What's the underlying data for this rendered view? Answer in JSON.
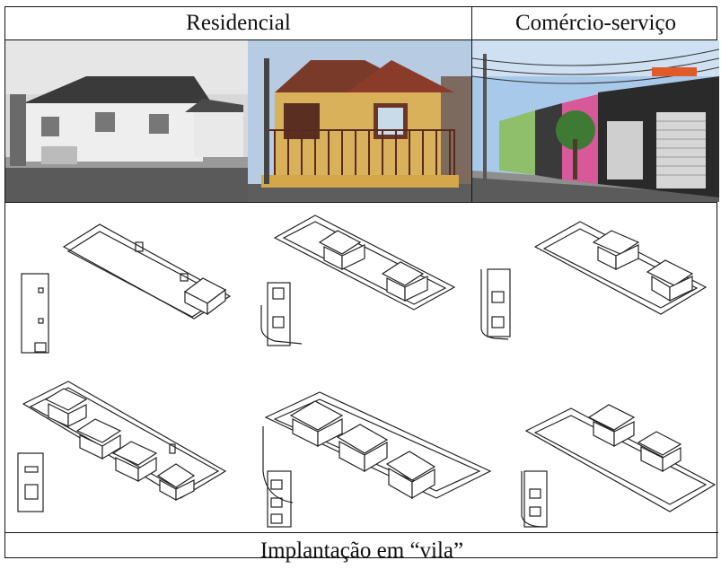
{
  "header": {
    "residencial": "Residencial",
    "comercio_servico": "Comércio-serviço"
  },
  "footer": {
    "caption": "Implantação em “vila”"
  },
  "photos": [
    {
      "name": "residential-photo-bw",
      "style": "black-and-white"
    },
    {
      "name": "residential-photo-color",
      "style": "color"
    },
    {
      "name": "commercial-photo-color",
      "style": "color"
    }
  ],
  "colors": {
    "border": "#111111",
    "wall_yellow": "#d9b15a",
    "roof_brown": "#7a3a2a",
    "sky_blue": "#a9c9ea",
    "facade_pink": "#d8599a",
    "facade_dark": "#2a2a2a",
    "facade_green": "#8fbf6a"
  }
}
